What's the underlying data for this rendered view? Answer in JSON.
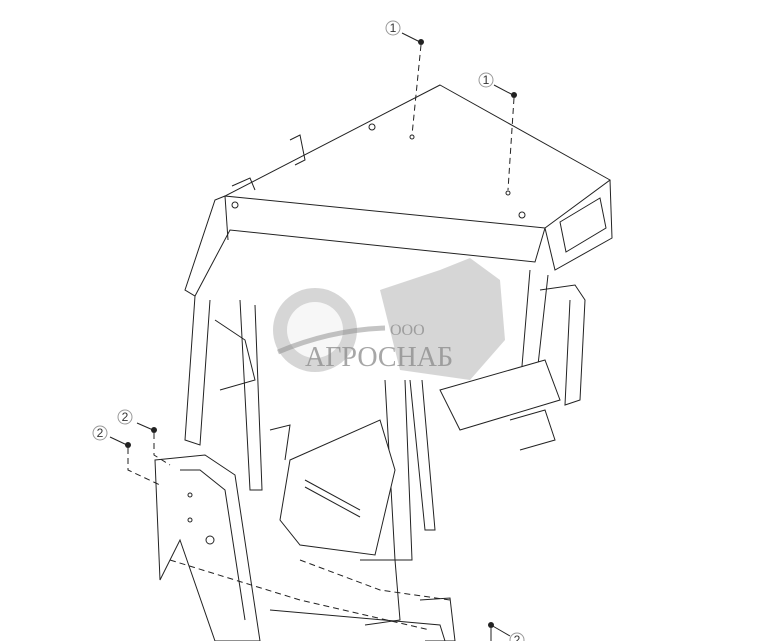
{
  "diagram": {
    "callouts": [
      {
        "label": "1",
        "part": "roof-bolt"
      },
      {
        "label": "1",
        "part": "roof-bolt"
      },
      {
        "label": "2",
        "part": "pillar-bolt"
      },
      {
        "label": "2",
        "part": "pillar-bolt"
      },
      {
        "label": "2",
        "part": "base-bolt"
      }
    ]
  },
  "watermark": {
    "prefix": "ООО",
    "brand": "АГРОСНАБ",
    "color": "#8a8a8a"
  }
}
